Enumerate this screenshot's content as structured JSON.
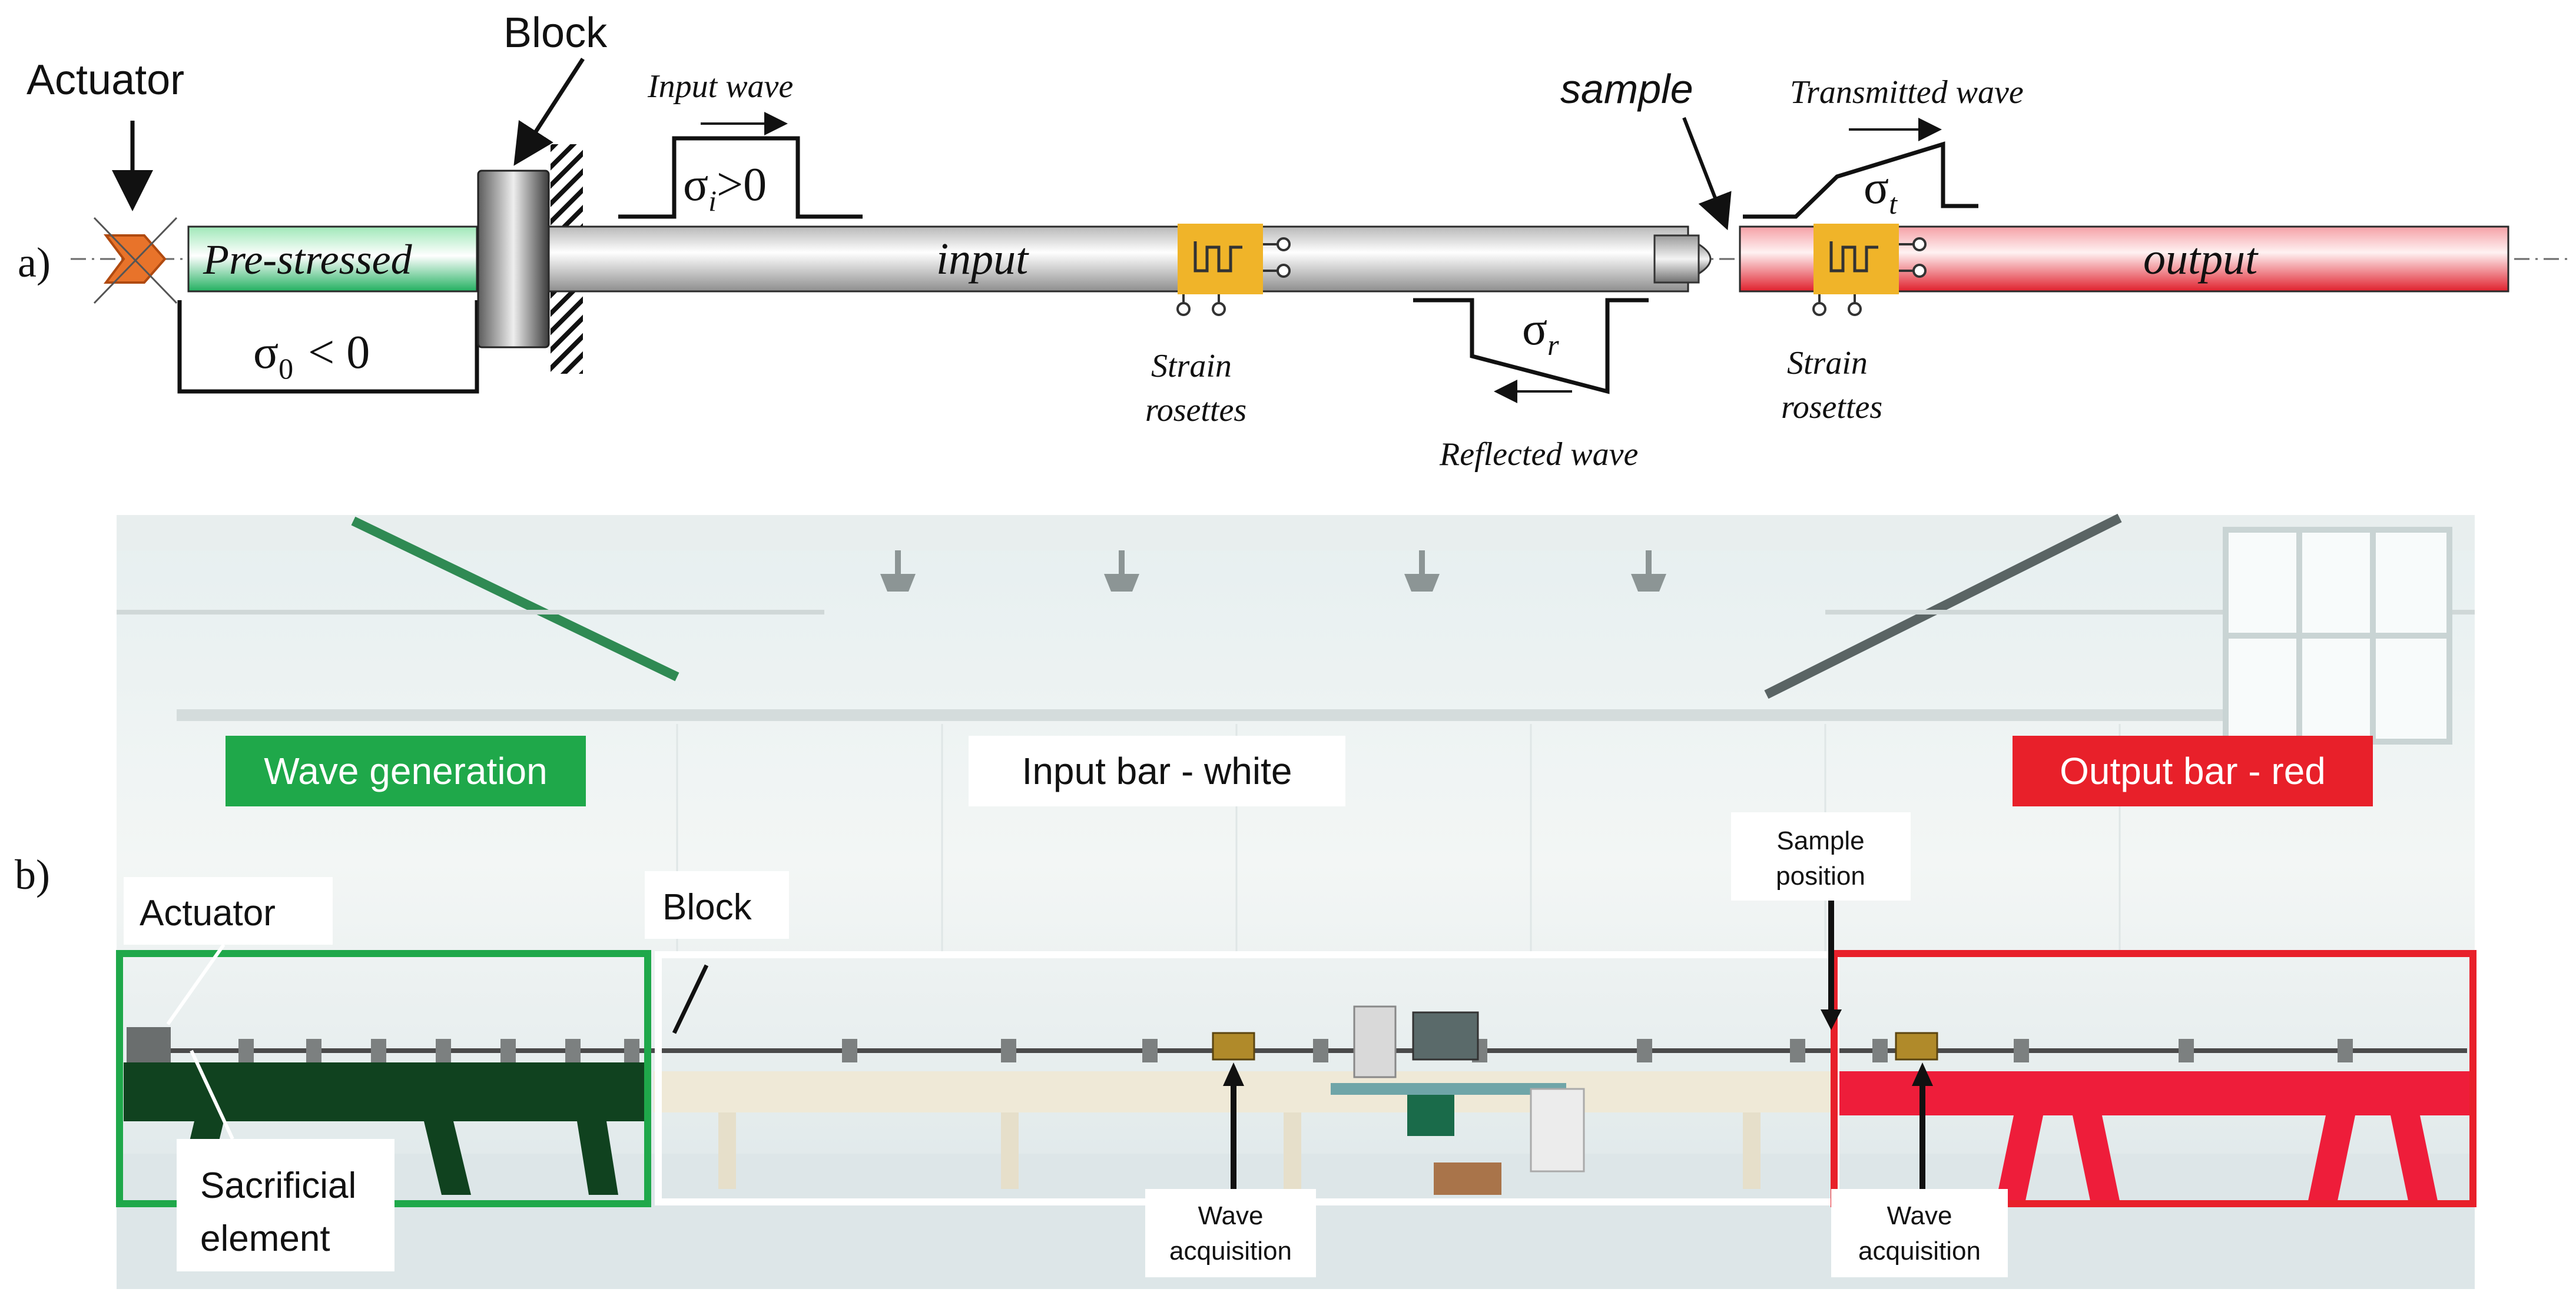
{
  "panel_a": {
    "label": "a)",
    "actuator": "Actuator",
    "block": "Block",
    "input_wave": "Input wave",
    "input_sigma": "σ",
    "input_sigma_sub": "i",
    "input_sigma_rel": ">0",
    "prestressed": "Pre-stressed",
    "input_bar": "input",
    "sample": "sample",
    "transmitted_wave": "Transmitted wave",
    "transmitted_sigma": "σ",
    "transmitted_sigma_sub": "t",
    "output_bar": "output",
    "sigma0": "σ",
    "sigma0_sub": "0",
    "sigma0_rel": "< 0",
    "strain_rosettes_line1": "Strain",
    "strain_rosettes_line2": "rosettes",
    "reflected_sigma": "σ",
    "reflected_sigma_sub": "r",
    "reflected_wave": "Reflected wave",
    "colors": {
      "prestressed": "#3cc77a",
      "input_bar": "#d4d4d4",
      "output_bar": "#e8303a",
      "rosette": "#f0b429",
      "actuator": "#e8732a"
    }
  },
  "panel_b": {
    "label": "b)",
    "wave_generation": "Wave generation",
    "input_bar_white": "Input bar - white",
    "output_bar_red": "Output bar - red",
    "actuator": "Actuator",
    "block": "Block",
    "sample_position_line1": "Sample",
    "sample_position_line2": "position",
    "sacrificial_line1": "Sacrificial",
    "sacrificial_line2": "element",
    "wave_acq_line1": "Wave",
    "wave_acq_line2": "acquisition",
    "colors": {
      "green": "#1fa84a",
      "red": "#e8202a",
      "white": "#ffffff"
    }
  }
}
